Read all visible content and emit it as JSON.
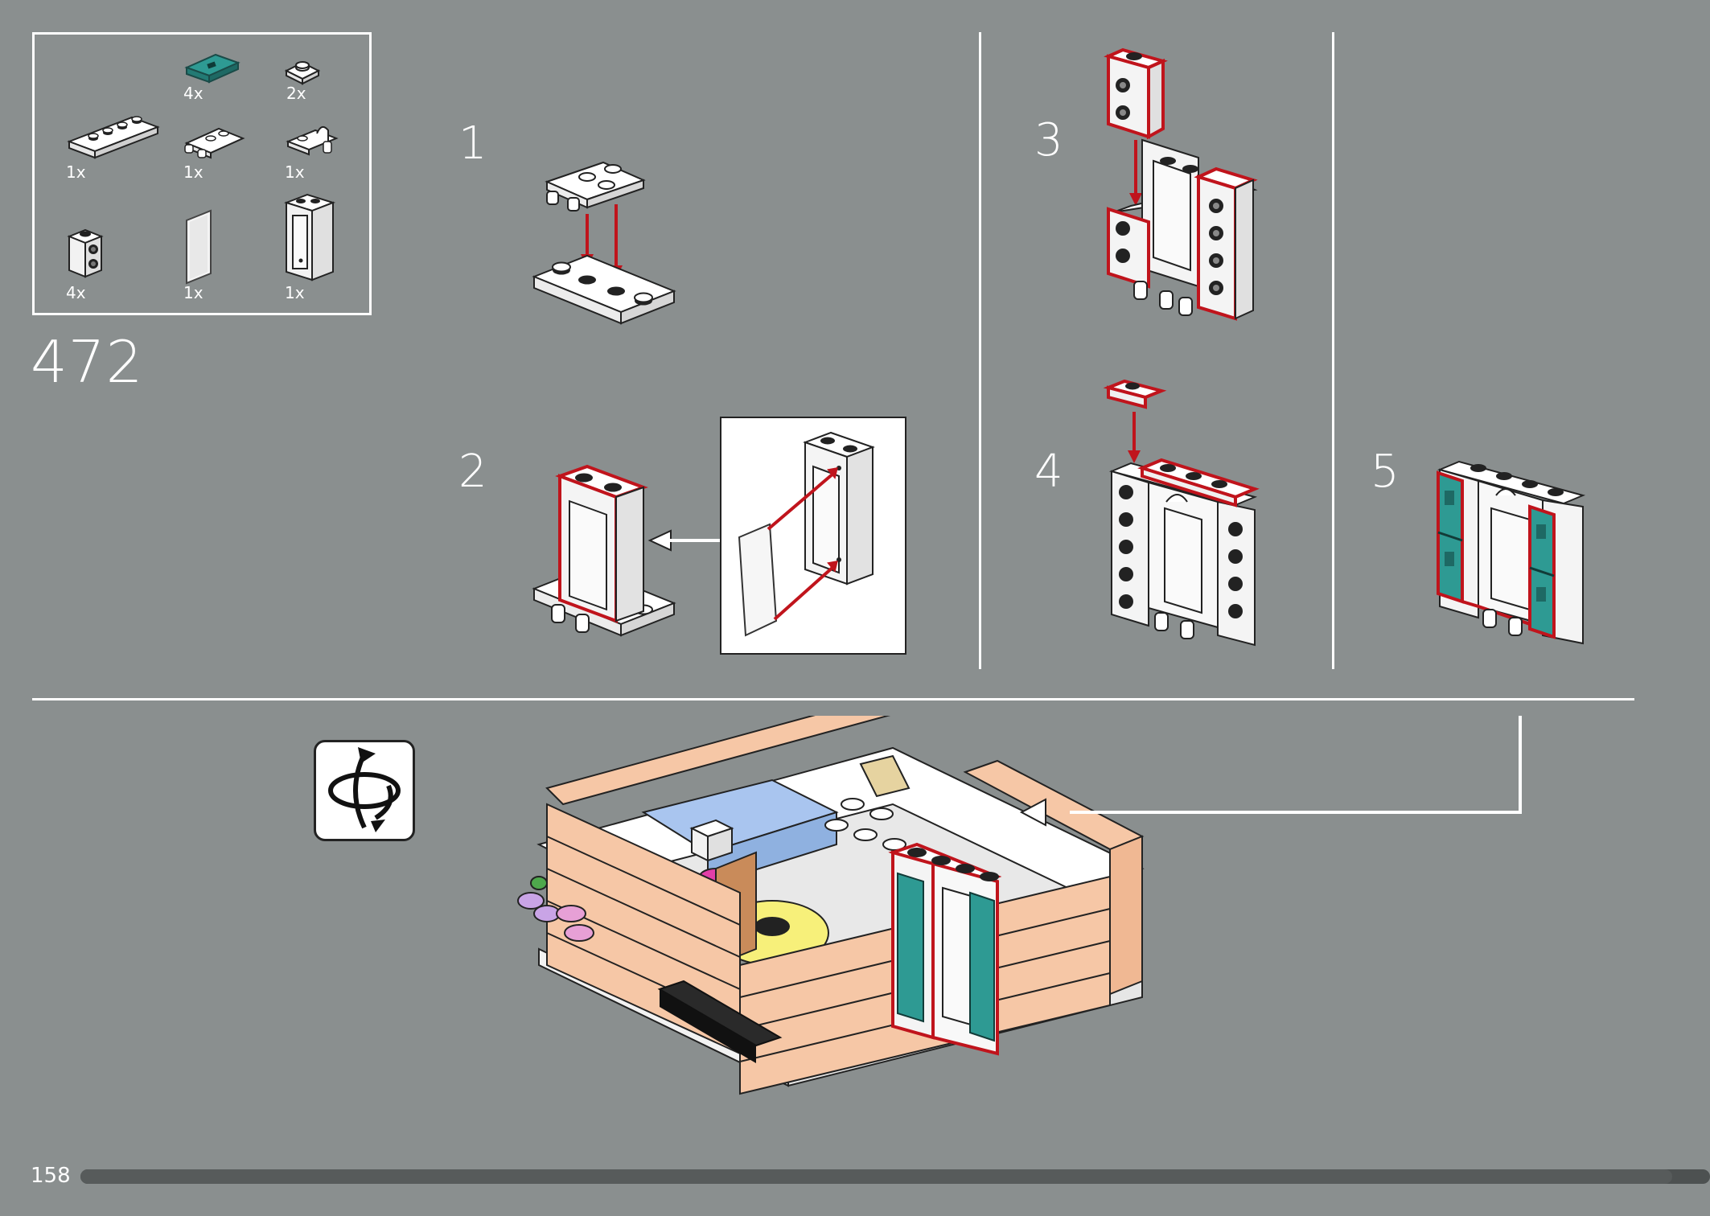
{
  "page": {
    "background_color": "#8a8f8f",
    "accent_red": "#c0141c",
    "teal": "#2e9a93",
    "peach": "#f6c7a6"
  },
  "parts_list": {
    "items": [
      {
        "name": "teal-tile-1x2",
        "qty": "4x"
      },
      {
        "name": "white-plate-1x1-round",
        "qty": "2x"
      },
      {
        "name": "white-plate-1x4",
        "qty": "1x"
      },
      {
        "name": "white-plate-clip-1x2",
        "qty": "1x"
      },
      {
        "name": "white-plate-clip-vertical",
        "qty": "1x"
      },
      {
        "name": "white-brick-1x1-side-studs",
        "qty": "4x"
      },
      {
        "name": "white-glass-pane",
        "qty": "1x"
      },
      {
        "name": "white-window-frame-1x2x3",
        "qty": "1x"
      }
    ]
  },
  "sub_step_number": "472",
  "steps": [
    {
      "label": "1"
    },
    {
      "label": "2"
    },
    {
      "label": "3"
    },
    {
      "label": "4"
    },
    {
      "label": "5"
    }
  ],
  "footer": {
    "page_number": "158",
    "progress_fraction": 0.97
  },
  "icons": {
    "rotate": "rotate-model-icon"
  }
}
